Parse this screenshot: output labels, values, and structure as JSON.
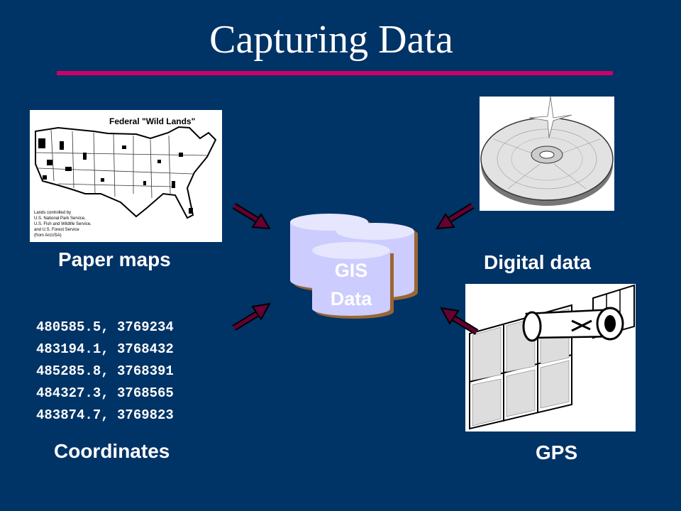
{
  "slide": {
    "title": "Capturing Data",
    "map_title": "Federal \"Wild Lands\"",
    "map_legend": [
      "Lands controlled by",
      "U.S. National Park Service,",
      "U.S. Fish and Wildlife Service,",
      "and U.S. Forest Service",
      "(from ArcUSA)"
    ],
    "labels": {
      "paper_maps": "Paper maps",
      "digital_data": "Digital data",
      "coordinates": "Coordinates",
      "gps": "GPS"
    },
    "center_db": {
      "line1": "GIS",
      "line2": "Data"
    },
    "coordinates": [
      "480585.5, 3769234",
      "483194.1, 3768432",
      "485285.8, 3768391",
      "484327.3, 3768565",
      "483874.7, 3769823"
    ]
  },
  "colors": {
    "background": "#003366",
    "title_rule": "#cc0066",
    "arrow_fill": "#660033",
    "cylinder_fill": "#ccccff",
    "cylinder_shadow": "#996633"
  },
  "icons": [
    "map-image",
    "cd-rom-image",
    "satellite-image",
    "database-icon",
    "arrow-icon"
  ]
}
